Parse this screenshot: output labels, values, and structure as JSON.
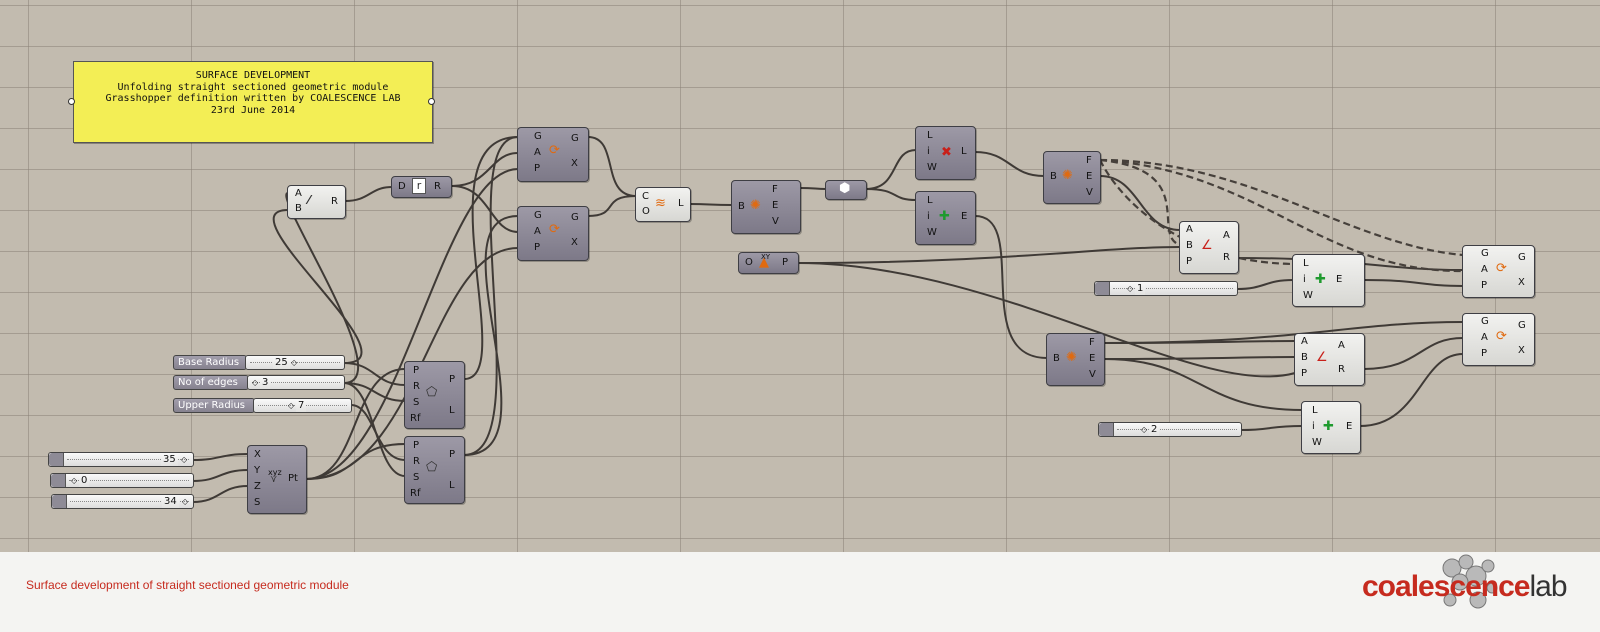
{
  "note": {
    "lines": [
      "SURFACE DEVELOPMENT",
      "Unfolding straight sectioned geometric module",
      "",
      "Grasshopper definition written by COALESCENCE LAB",
      "23rd June 2014"
    ]
  },
  "sliders": {
    "base_radius": {
      "name": "Base Radius",
      "value": "25"
    },
    "no_of_edges": {
      "name": "No of edges",
      "value": "3"
    },
    "upper_radius": {
      "name": "Upper Radius",
      "value": "7"
    },
    "x": {
      "value": "35"
    },
    "y": {
      "value": "0"
    },
    "z": {
      "value": "34"
    },
    "s1": {
      "value": "1"
    },
    "s2": {
      "value": "2"
    }
  },
  "components": {
    "pt": {
      "inputs": [
        "X",
        "Y",
        "Z",
        "S"
      ],
      "outputs": [
        "Pt"
      ],
      "icon": "construct-point-icon",
      "label": "xyz"
    },
    "poly1": {
      "inputs": [
        "P",
        "R",
        "S",
        "Rf"
      ],
      "outputs": [
        "P",
        "L"
      ],
      "icon": "polygon-icon"
    },
    "poly2": {
      "inputs": [
        "P",
        "R",
        "S",
        "Rf"
      ],
      "outputs": [
        "P",
        "L"
      ],
      "icon": "polygon-icon"
    },
    "division": {
      "inputs": [
        "A",
        "B"
      ],
      "outputs": [
        "R"
      ],
      "icon": "division-icon"
    },
    "degrees": {
      "inputs": [
        "D"
      ],
      "outputs": [
        "R"
      ],
      "icon": "radians-icon"
    },
    "rot1": {
      "inputs": [
        "G",
        "A",
        "P"
      ],
      "outputs": [
        "G",
        "X"
      ],
      "icon": "rotate-icon"
    },
    "rot2": {
      "inputs": [
        "G",
        "A",
        "P"
      ],
      "outputs": [
        "G",
        "X"
      ],
      "icon": "rotate-icon"
    },
    "loft": {
      "inputs": [
        "C",
        "O"
      ],
      "outputs": [
        "L"
      ],
      "icon": "loft-icon"
    },
    "brep": {
      "inputs": [
        "B"
      ],
      "outputs": [
        "F",
        "E",
        "V"
      ],
      "icon": "deconstruct-brep-icon"
    },
    "hex": {
      "icon": "hexagon-icon"
    },
    "xyplane": {
      "inputs": [
        "O"
      ],
      "outputs": [
        "P"
      ],
      "icon": "xy-plane-icon",
      "label": "XY"
    },
    "line1": {
      "inputs": [
        "L",
        "i",
        "W"
      ],
      "outputs": [
        "L"
      ],
      "icon": "list-item-icon"
    },
    "line2": {
      "inputs": [
        "L",
        "i",
        "W"
      ],
      "outputs": [
        "E"
      ],
      "icon": "list-item-icon"
    },
    "brep2": {
      "inputs": [
        "B"
      ],
      "outputs": [
        "F",
        "E",
        "V"
      ],
      "icon": "deconstruct-brep-icon"
    },
    "angle1": {
      "inputs": [
        "A",
        "B",
        "P"
      ],
      "outputs": [
        "A",
        "R"
      ],
      "icon": "angle-icon"
    },
    "line3": {
      "inputs": [
        "L",
        "i",
        "W"
      ],
      "outputs": [
        "E"
      ],
      "icon": "list-item-icon"
    },
    "rot3": {
      "inputs": [
        "G",
        "A",
        "P"
      ],
      "outputs": [
        "G",
        "X"
      ],
      "icon": "rotate-icon"
    },
    "brep3": {
      "inputs": [
        "B"
      ],
      "outputs": [
        "F",
        "E",
        "V"
      ],
      "icon": "deconstruct-brep-icon"
    },
    "angle2": {
      "inputs": [
        "A",
        "B",
        "P"
      ],
      "outputs": [
        "A",
        "R"
      ],
      "icon": "angle-icon"
    },
    "line4": {
      "inputs": [
        "L",
        "i",
        "W"
      ],
      "outputs": [
        "E"
      ],
      "icon": "list-item-icon"
    },
    "rot4": {
      "inputs": [
        "G",
        "A",
        "P"
      ],
      "outputs": [
        "G",
        "X"
      ],
      "icon": "rotate-icon"
    }
  },
  "footer": {
    "caption": "Surface development of straight sectioned geometric module",
    "logo_main": "coalescence",
    "logo_sub": "lab"
  },
  "colors": {
    "accent_red": "#c62b1f",
    "note_yellow": "#f3ee55",
    "canvas": "#c2bbaf"
  }
}
